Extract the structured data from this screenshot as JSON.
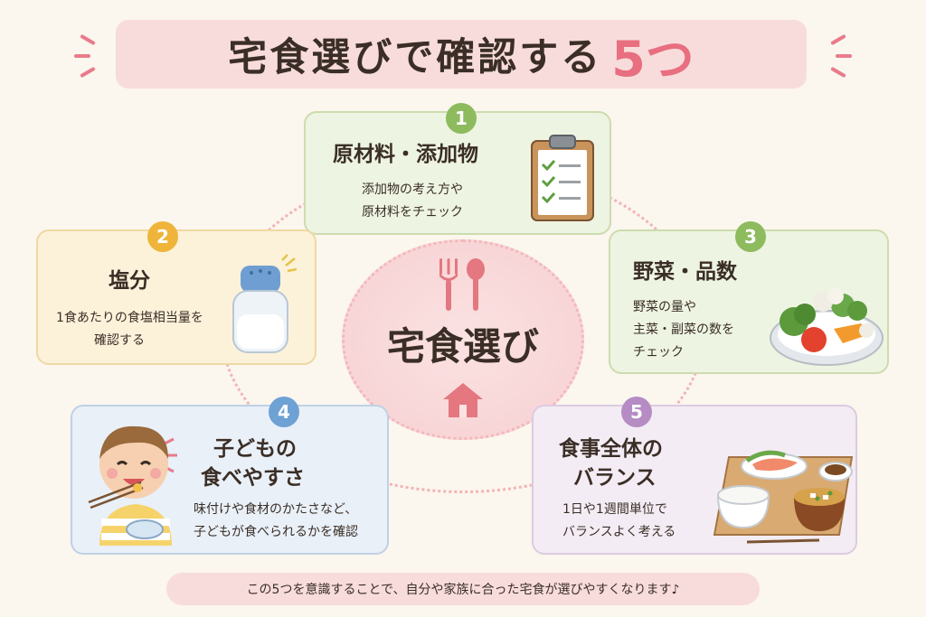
{
  "title": {
    "main": "宅食選びで確認する",
    "accent": "5つ"
  },
  "center": {
    "label": "宅食選び",
    "icons": [
      "fork-icon",
      "spoon-icon",
      "house-icon"
    ]
  },
  "cards": [
    {
      "number": "1",
      "heading": "原材料・添加物",
      "lines": [
        "添加物の考え方や",
        "原材料をチェック"
      ],
      "icon": "clipboard-checklist-icon"
    },
    {
      "number": "2",
      "heading": "塩分",
      "lines": [
        "1食あたりの食塩相当量を",
        "確認する"
      ],
      "icon": "salt-shaker-icon"
    },
    {
      "number": "3",
      "heading": "野菜・品数",
      "lines": [
        "野菜の量や",
        "主菜・副菜の数を",
        "チェック"
      ],
      "icon": "vegetable-plate-icon"
    },
    {
      "number": "4",
      "heading_lines": [
        "子どもの",
        "食べやすさ"
      ],
      "lines": [
        "味付けや食材のかたさなど、",
        "子どもが食べられるかを確認"
      ],
      "icon": "child-eating-icon"
    },
    {
      "number": "5",
      "heading_lines": [
        "食事全体の",
        "バランス"
      ],
      "lines": [
        "1日や1週間単位で",
        "バランスよく考える"
      ],
      "icon": "meal-tray-icon"
    }
  ],
  "footer": "この5つを意識することで、自分や家族に合った宅食が選びやすくなります♪",
  "colors": {
    "accent": "#e86f7f",
    "green": "#8dbb5e",
    "yellow": "#efb43a",
    "blue": "#6ea1d4",
    "purple": "#b58cc4",
    "banner": "#f8dcdc"
  }
}
